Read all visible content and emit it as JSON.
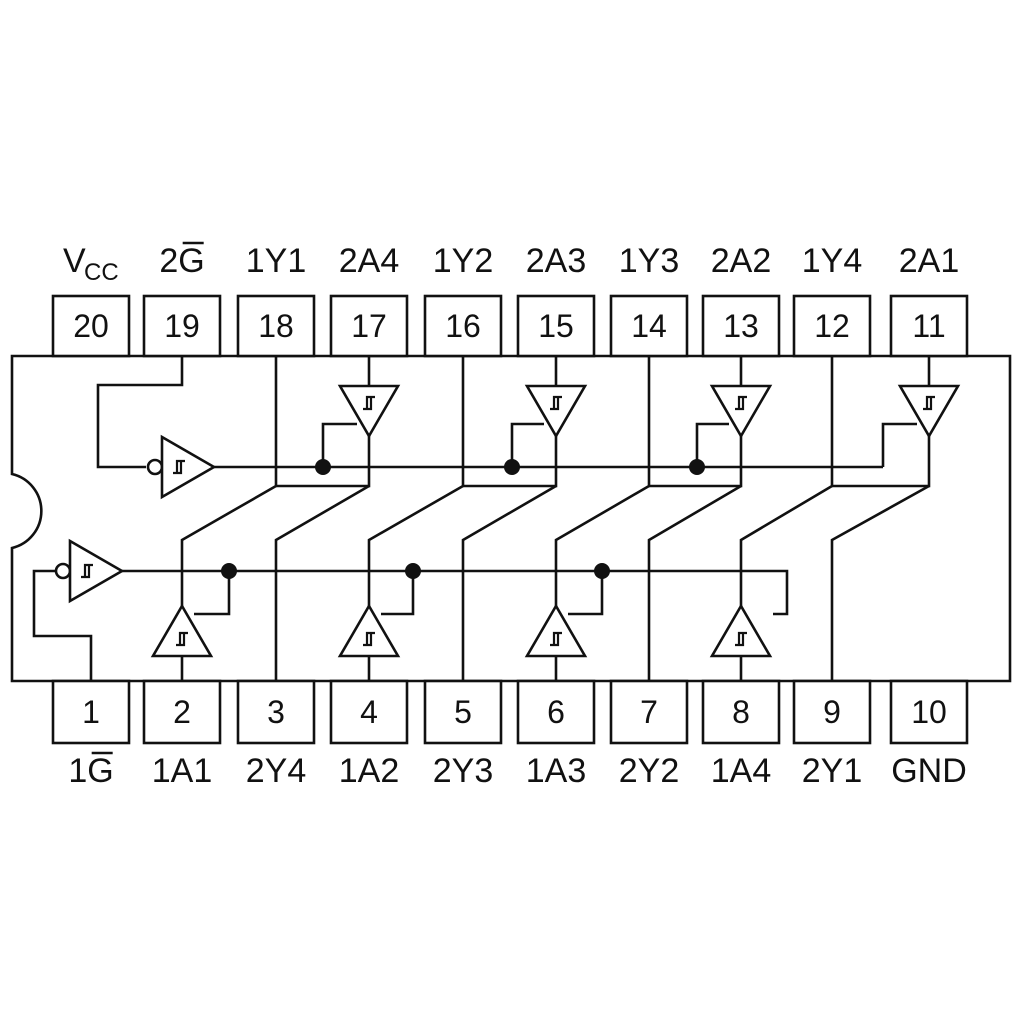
{
  "vcc_label": {
    "main": "V",
    "sub": "CC"
  },
  "top_pins": [
    {
      "number": "20",
      "label": ""
    },
    {
      "number": "19",
      "label": "2G",
      "overline": true
    },
    {
      "number": "18",
      "label": "1Y1"
    },
    {
      "number": "17",
      "label": "2A4"
    },
    {
      "number": "16",
      "label": "1Y2"
    },
    {
      "number": "15",
      "label": "2A3"
    },
    {
      "number": "14",
      "label": "1Y3"
    },
    {
      "number": "13",
      "label": "2A2"
    },
    {
      "number": "12",
      "label": "1Y4"
    },
    {
      "number": "11",
      "label": "2A1"
    }
  ],
  "bottom_pins": [
    {
      "number": "1",
      "label": "1G",
      "overline": true
    },
    {
      "number": "2",
      "label": "1A1"
    },
    {
      "number": "3",
      "label": "2Y4"
    },
    {
      "number": "4",
      "label": "1A2"
    },
    {
      "number": "5",
      "label": "2Y3"
    },
    {
      "number": "6",
      "label": "1A3"
    },
    {
      "number": "7",
      "label": "2Y2"
    },
    {
      "number": "8",
      "label": "1A4"
    },
    {
      "number": "9",
      "label": "2Y1"
    },
    {
      "number": "10",
      "label": "GND"
    }
  ],
  "buffer_symbol": "hysteresis-icon"
}
